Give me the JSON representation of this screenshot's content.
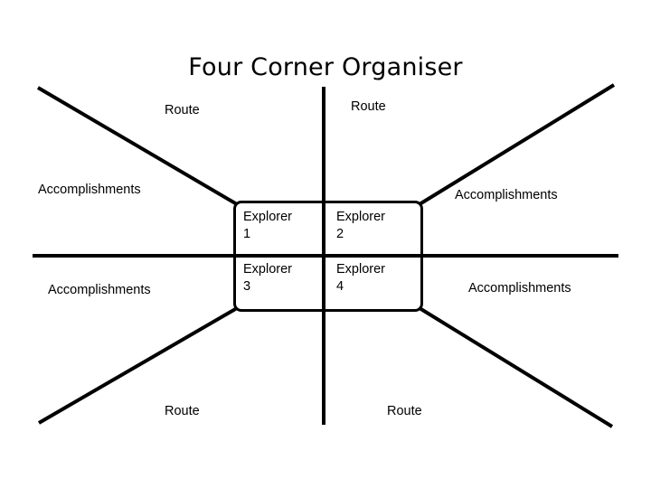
{
  "slide": {
    "title": "Four Corner Organiser",
    "background_color": "#ffffff",
    "line_color": "#000000",
    "text_color": "#000000"
  },
  "quadrant_labels": {
    "top_left_route": "Route",
    "top_right_route": "Route",
    "top_left_accomplishments": "Accomplishments",
    "top_right_accomplishments": "Accomplishments",
    "bottom_left_accomplishments": "Accomplishments",
    "bottom_right_accomplishments": "Accomplishments",
    "bottom_left_route": "Route",
    "bottom_right_route": "Route"
  },
  "center_grid": {
    "cells": [
      {
        "label": "Explorer\n1"
      },
      {
        "label": "Explorer\n2"
      },
      {
        "label": "Explorer\n3"
      },
      {
        "label": "Explorer\n4"
      }
    ]
  }
}
